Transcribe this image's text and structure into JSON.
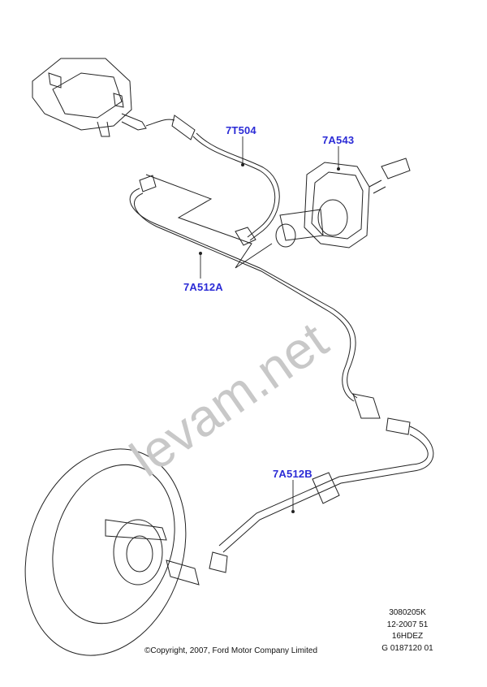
{
  "callouts": [
    {
      "id": "7T504"
    },
    {
      "id": "7A543"
    },
    {
      "id": "7A512A"
    },
    {
      "id": "7A512B"
    }
  ],
  "reference": [
    "3080205K",
    "12-2007 51",
    "16HDEZ",
    "G 0187120 01"
  ],
  "copyright": "©Copyright, 2007, Ford Motor Company Limited",
  "watermark": "levam.net",
  "colors": {
    "callout": "#2b2bd6",
    "line": "#222222",
    "watermark": "#c8c8c8"
  }
}
